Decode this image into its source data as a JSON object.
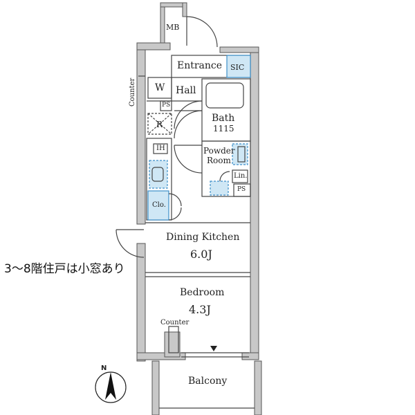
{
  "rooms": {
    "mb": "MB",
    "entrance": "Entrance",
    "sic": "SIC",
    "w": "W",
    "hall": "Hall",
    "ps_upper": "PS",
    "r": "R",
    "bath": "Bath",
    "bath_size": "1115",
    "ih": "IH",
    "powder_line1": "Powder",
    "powder_line2": "Room",
    "lin": "Lin.",
    "ps_lower": "PS",
    "clo": "Clo.",
    "dining_kitchen": "Dining Kitchen",
    "dining_kitchen_size": "6.0J",
    "bedroom": "Bedroom",
    "bedroom_size": "4.3J",
    "counter_bedroom": "Counter",
    "counter_side": "Counter",
    "balcony": "Balcony"
  },
  "note": "3～8階住戸は小窓あり",
  "compass": {
    "label": "N"
  },
  "colors": {
    "wall": "#c8c8c8",
    "wall_edge": "#555555",
    "fixture_blue": "#cfe7f5",
    "fixture_line": "#3d8fc9",
    "line": "#444444"
  }
}
